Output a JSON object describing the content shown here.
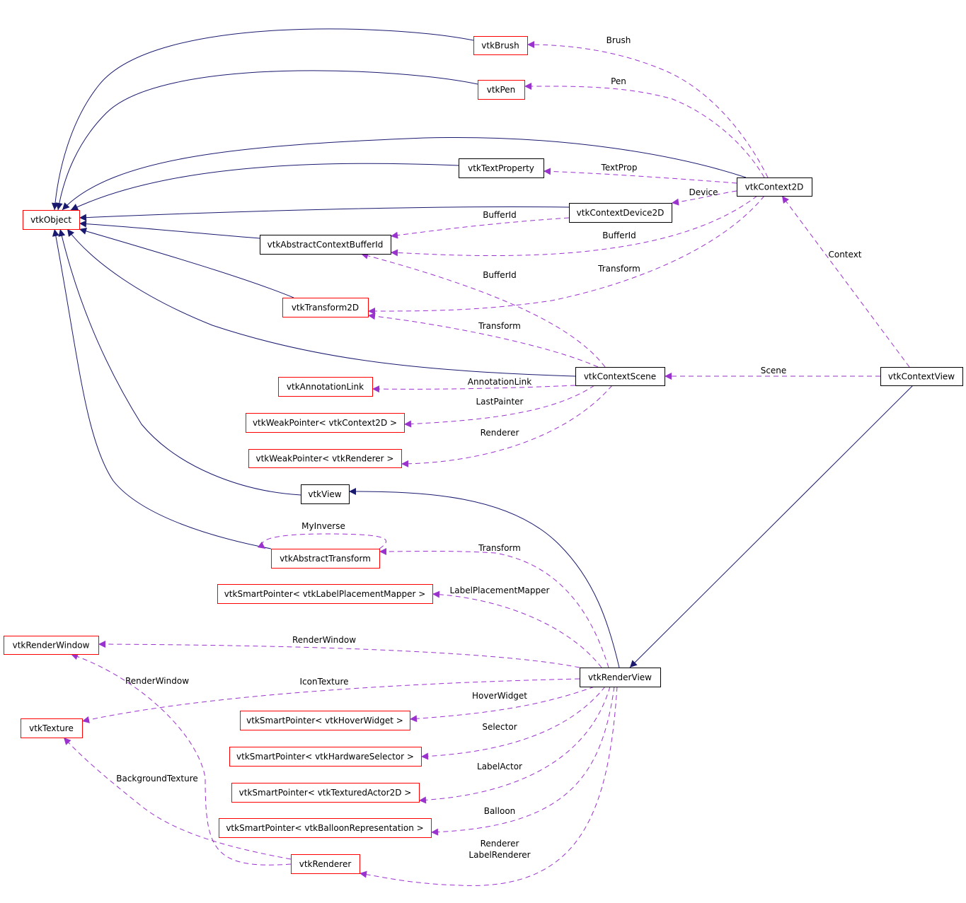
{
  "title": "vtkContextView collaboration diagram",
  "colors": {
    "inherit": "#191970",
    "usage": "#9a32cd",
    "documented_border": "#000000",
    "undocumented_border": "#ff0000",
    "focus_fill": "#bfbfbf"
  },
  "nodes": {
    "brush": {
      "label": "vtkBrush",
      "border": "red"
    },
    "pen": {
      "label": "vtkPen",
      "border": "red"
    },
    "textprop": {
      "label": "vtkTextProperty",
      "border": "black"
    },
    "context2d": {
      "label": "vtkContext2D",
      "border": "black"
    },
    "object": {
      "label": "vtkObject",
      "border": "red"
    },
    "device": {
      "label": "vtkContextDevice2D",
      "border": "black"
    },
    "bufferid": {
      "label": "vtkAbstractContextBufferId",
      "border": "black"
    },
    "transform2d": {
      "label": "vtkTransform2D",
      "border": "red"
    },
    "annotation": {
      "label": "vtkAnnotationLink",
      "border": "red"
    },
    "scene": {
      "label": "vtkContextScene",
      "border": "black"
    },
    "contextview": {
      "label": "vtkContextView",
      "border": "focus"
    },
    "wpcontext": {
      "label": "vtkWeakPointer< vtkContext2D >",
      "border": "red"
    },
    "wprenderer": {
      "label": "vtkWeakPointer< vtkRenderer >",
      "border": "red"
    },
    "view": {
      "label": "vtkView",
      "border": "black"
    },
    "abstracttransform": {
      "label": "vtkAbstractTransform",
      "border": "red"
    },
    "labelmapper": {
      "label": "vtkSmartPointer< vtkLabelPlacementMapper >",
      "border": "red"
    },
    "renderwindow": {
      "label": "vtkRenderWindow",
      "border": "red"
    },
    "renderview": {
      "label": "vtkRenderView",
      "border": "black"
    },
    "texture": {
      "label": "vtkTexture",
      "border": "red"
    },
    "hover": {
      "label": "vtkSmartPointer< vtkHoverWidget >",
      "border": "red"
    },
    "selector": {
      "label": "vtkSmartPointer< vtkHardwareSelector >",
      "border": "red"
    },
    "actor2d": {
      "label": "vtkSmartPointer< vtkTexturedActor2D >",
      "border": "red"
    },
    "balloon": {
      "label": "vtkSmartPointer< vtkBalloonRepresentation >",
      "border": "red"
    },
    "renderer": {
      "label": "vtkRenderer",
      "border": "red"
    }
  },
  "edge_labels": {
    "brush": "Brush",
    "pen": "Pen",
    "textprop": "TextProp",
    "device": "Device",
    "bufferid1": "BufferId",
    "bufferid2": "BufferId",
    "bufferid3": "BufferId",
    "transform1": "Transform",
    "transform2": "Transform",
    "context": "Context",
    "scene": "Scene",
    "annotation": "AnnotationLink",
    "lastpainter": "LastPainter",
    "renderer1": "Renderer",
    "myinverse": "MyInverse",
    "transform3": "Transform",
    "labelmapper": "LabelPlacementMapper",
    "renderwindow1": "RenderWindow",
    "icontexture": "IconTexture",
    "hover": "HoverWidget",
    "selector": "Selector",
    "labelactor": "LabelActor",
    "balloon": "Balloon",
    "renderer2a": "Renderer",
    "renderer2b": "LabelRenderer",
    "renderwindow2": "RenderWindow",
    "bgtexture": "BackgroundTexture"
  }
}
